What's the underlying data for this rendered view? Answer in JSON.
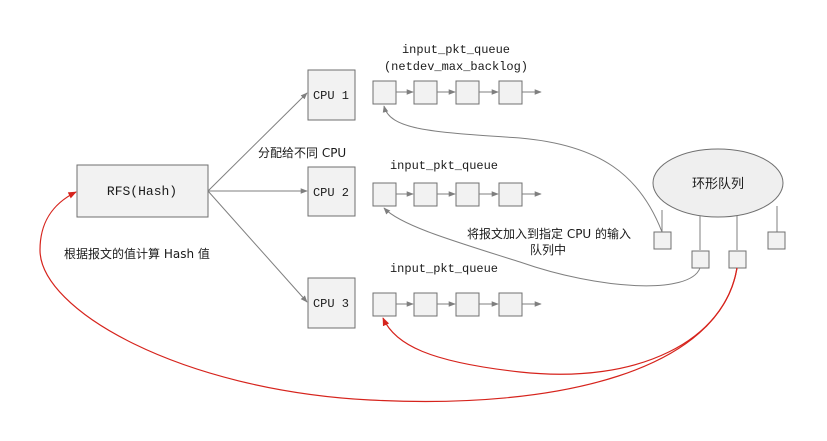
{
  "rfs_box": {
    "label": "RFS(Hash)"
  },
  "cpus": [
    {
      "label": "CPU 1",
      "queue_label": "input_pkt_queue",
      "queue_sublabel": "(netdev_max_backlog)"
    },
    {
      "label": "CPU 2",
      "queue_label": "input_pkt_queue"
    },
    {
      "label": "CPU 3",
      "queue_label": "input_pkt_queue"
    }
  ],
  "ring": {
    "label": "环形队列",
    "slot_count": 4
  },
  "annotations": {
    "distribute": "分配给不同 CPU",
    "hash_calc": "根据报文的值计算 Hash 值",
    "enqueue_line1": "将报文加入到指定 CPU 的输入",
    "enqueue_line2": "队列中"
  },
  "queue_cells_per_cpu": 4,
  "colors": {
    "gray_arrow": "#7f7f7f",
    "red_arrow": "#d6231c",
    "box_fill": "#f2f2f2",
    "box_border": "#6f6f6f"
  }
}
